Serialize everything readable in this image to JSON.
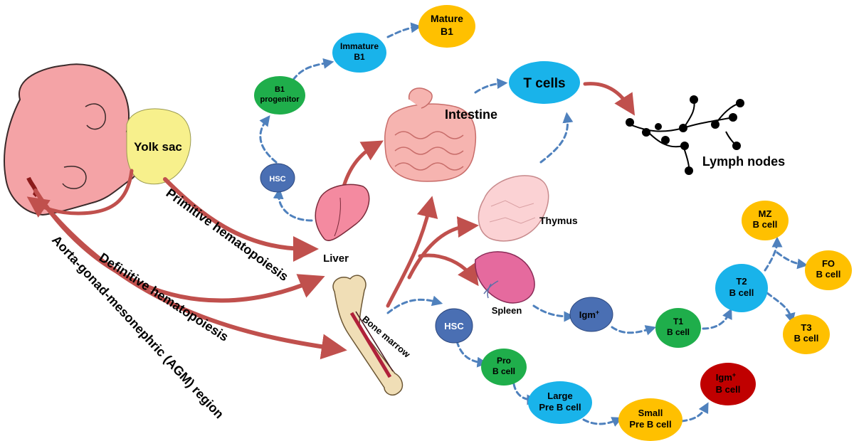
{
  "colors": {
    "embryo": "#f4a3a6",
    "embryo_stroke": "#3a2a2a",
    "yolk_sac": "#f7f08c",
    "red_arrow": "#c0504d",
    "blue_dash": "#4f81bd",
    "green_node": "#1fae4b",
    "cyan_node": "#19b3ea",
    "yellow_node": "#ffc000",
    "navy_node": "#4a6fb3",
    "darkred_node": "#c00000"
  },
  "organs": {
    "yolk_sac": "Yolk sac",
    "liver": "Liver",
    "intestine": "Intestine",
    "thymus": "Thymus",
    "spleen": "Spleen",
    "bone_marrow": "Bone marrow",
    "lymph_nodes": "Lymph nodes"
  },
  "arrow_labels": {
    "primitive": "Primitive hematopoiesis",
    "definitive": "Definitive hematopoiesis",
    "agm": "Aorta-gonad-mesonephric (AGM) region"
  },
  "nodes": {
    "hsc_top": [
      "HSC"
    ],
    "b1_progenitor": [
      "B1",
      "progenitor"
    ],
    "immature_b1": [
      "Immature",
      "B1"
    ],
    "mature_b1": [
      "Mature",
      "B1"
    ],
    "t_cells": [
      "T cells"
    ],
    "hsc_bm": [
      "HSC"
    ],
    "pro_b": [
      "Pro",
      "B cell"
    ],
    "large_pre_b": [
      "Large",
      "Pre B cell"
    ],
    "small_pre_b": [
      "Small",
      "Pre B cell"
    ],
    "igm_b": [
      "Igm",
      "B cell"
    ],
    "igm_spleen": [
      "Igm"
    ],
    "t1_b": [
      "T1",
      "B cell"
    ],
    "t2_b": [
      "T2",
      "B cell"
    ],
    "mz_b": [
      "MZ",
      "B cell"
    ],
    "fo_b": [
      "FO",
      "B cell"
    ],
    "t3_b": [
      "T3",
      "B cell"
    ]
  },
  "superscripts": {
    "igm_b": "+",
    "igm_spleen": "+"
  }
}
